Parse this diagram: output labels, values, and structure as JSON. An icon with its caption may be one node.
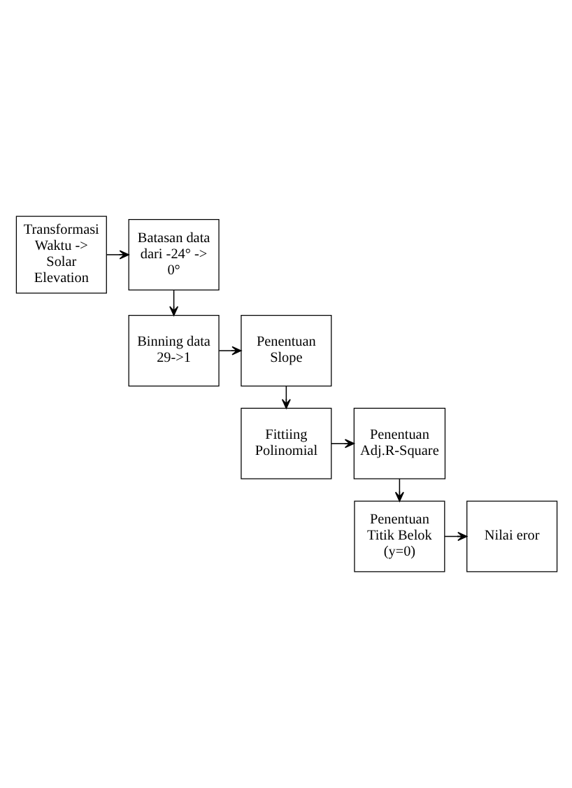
{
  "diagram": {
    "nodes": [
      {
        "text": [
          "Transformasi Waktu -> Solar Elevation"
        ]
      },
      {
        "text": [
          "Batasan data dari -24° -> 0°"
        ]
      },
      {
        "text": [
          "Binning data 29->1"
        ]
      },
      {
        "text": [
          "Penentuan Slope"
        ]
      },
      {
        "text": [
          "Fittiing Polinomial"
        ]
      },
      {
        "text": [
          "Penentuan Adj.R-Square"
        ]
      },
      {
        "text": [
          "Penentuan Titik Belok (y=0)"
        ]
      },
      {
        "text": [
          "Nilai eror"
        ]
      }
    ],
    "edges": [
      {
        "from": 0,
        "to": 1,
        "arrow": "to"
      },
      {
        "from": 1,
        "to": 2,
        "arrow": "to"
      },
      {
        "from": 2,
        "to": 3,
        "arrow": "to"
      },
      {
        "from": 3,
        "to": 4,
        "arrow": "to"
      },
      {
        "from": 4,
        "to": 5,
        "arrow": "to"
      },
      {
        "from": 5,
        "to": 6,
        "arrow": "to"
      },
      {
        "from": 6,
        "to": 7,
        "arrow": "to"
      }
    ]
  }
}
